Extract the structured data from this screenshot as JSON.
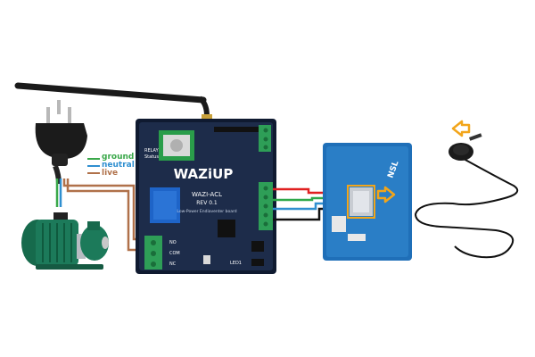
{
  "wire_legend": [
    {
      "label": "ground",
      "color": "#3aa84a"
    },
    {
      "label": "neutral",
      "color": "#2f8fd0"
    },
    {
      "label": "live",
      "color": "#b0714a"
    }
  ],
  "board": {
    "brand": "WAZiUP",
    "model": "WAZI-ACL",
    "revision": "REV 0.1",
    "tagline": "Low-Power Endiaventer board",
    "relay_label": "RELAY",
    "status_label": "Status",
    "terminal_labels": [
      "NO",
      "COM",
      "NC"
    ],
    "led_label": "LED1"
  },
  "sensor_label": "NSL",
  "highlight_color": "#f2a51a",
  "colors": {
    "board": "#1d2c4a",
    "board_edge": "#0f1a30",
    "terminal": "#2e9e57",
    "relay": "#1e64c8",
    "sensor_pcb": "#1f6fb8",
    "pump": "#1c7a5a",
    "wire_red": "#e02020",
    "wire_green": "#2ea84a",
    "wire_blue": "#2f8fd0",
    "wire_black": "#111111"
  }
}
